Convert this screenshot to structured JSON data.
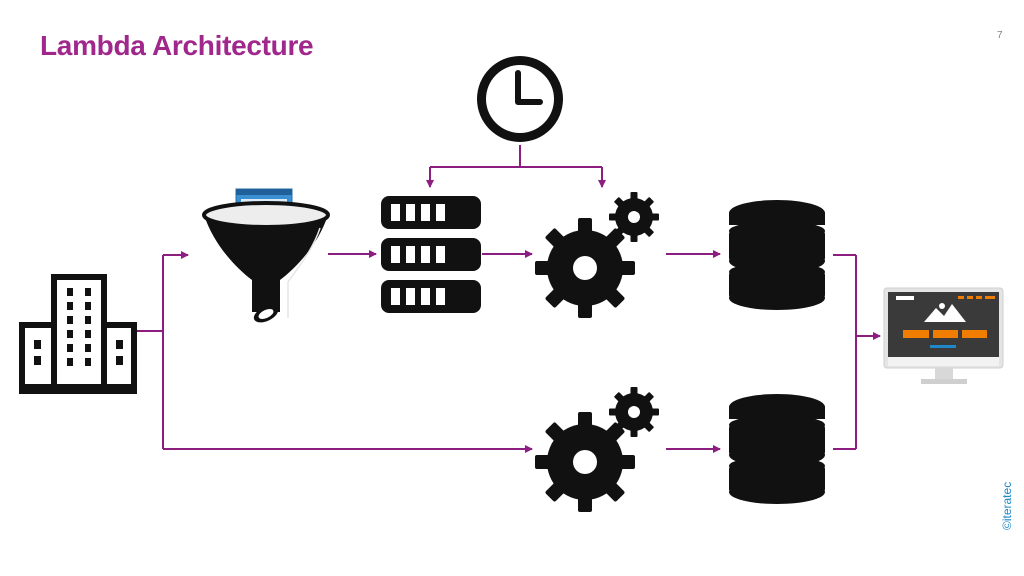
{
  "slide": {
    "title": "Lambda Architecture",
    "page_number": "7",
    "copyright": "©iteratec"
  },
  "colors": {
    "title": "#a0288c",
    "connector": "#8c1e82",
    "icon": "#111111",
    "copyright": "#1e88c8",
    "page_number": "#808080",
    "screen_accent": "#f07d00",
    "screen_highlight": "#1e88c8"
  },
  "icons": [
    "building-icon",
    "funnel-icon",
    "server-rack-icon",
    "clock-icon",
    "gears-icon",
    "database-icon",
    "monitor-icon"
  ]
}
